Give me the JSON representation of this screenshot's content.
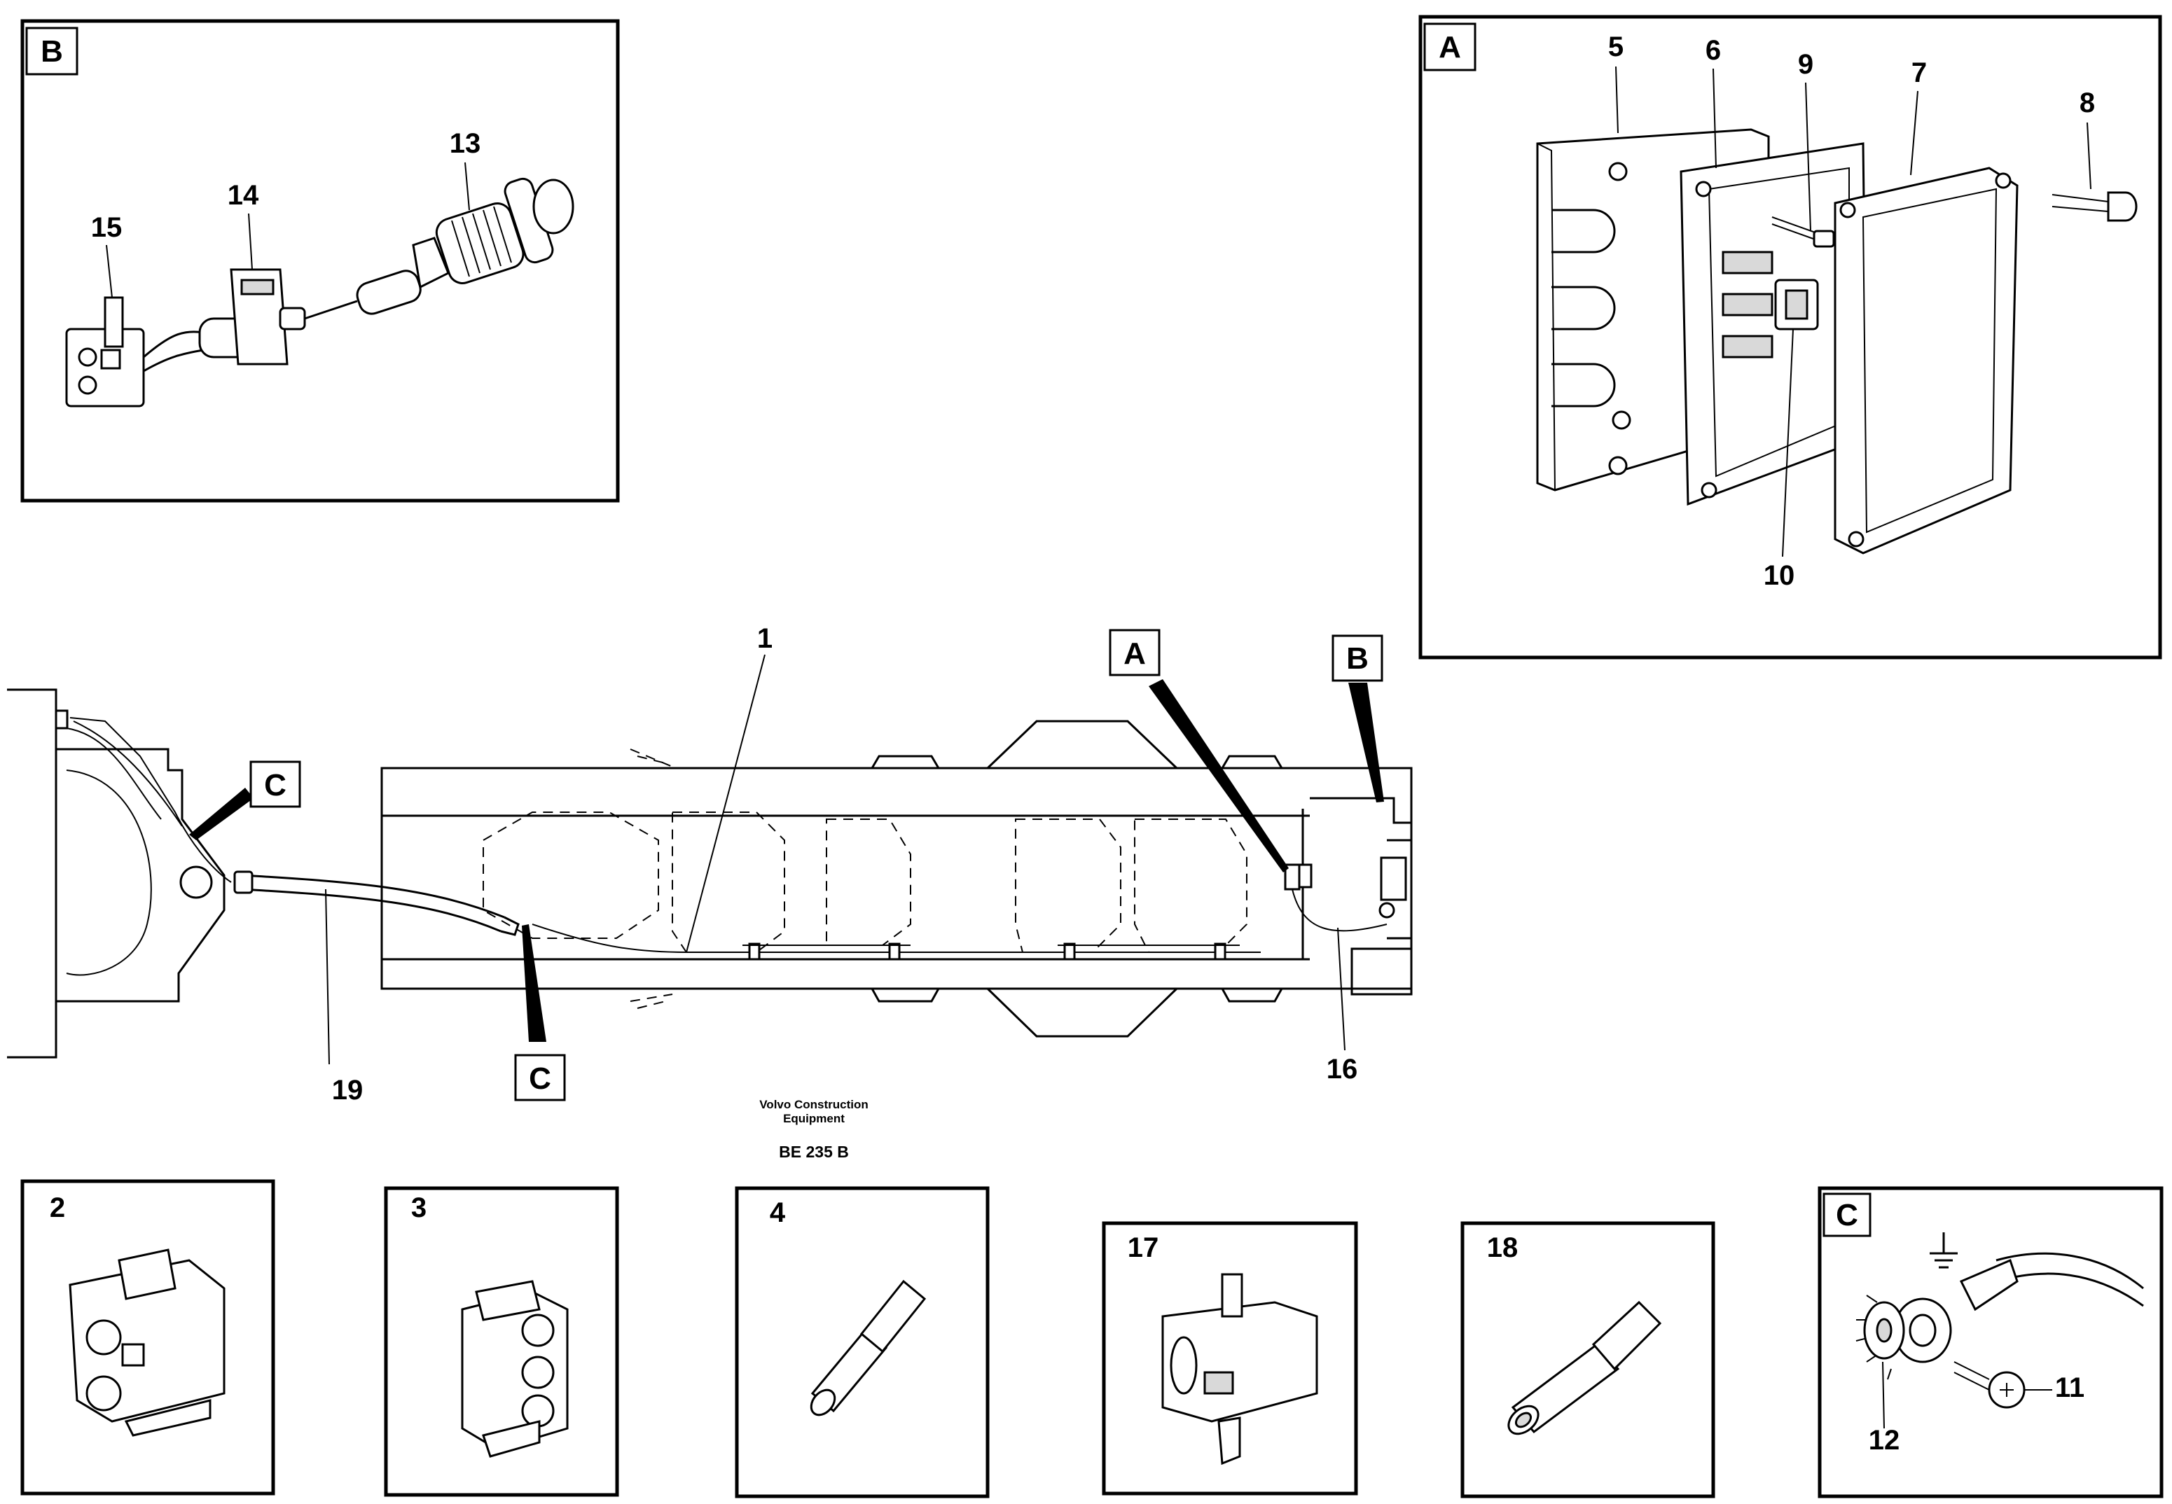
{
  "labels": {
    "part_1": "1",
    "part_2": "2",
    "part_3": "3",
    "part_4": "4",
    "part_5": "5",
    "part_6": "6",
    "part_7": "7",
    "part_8": "8",
    "part_9": "9",
    "part_10": "10",
    "part_11": "11",
    "part_12": "12",
    "part_13": "13",
    "part_14": "14",
    "part_15": "15",
    "part_16": "16",
    "part_17": "17",
    "part_18": "18",
    "part_19": "19"
  },
  "detail_tags": {
    "a": "A",
    "b": "B",
    "c": "C"
  },
  "footer": {
    "manufacturer_line1": "Volvo Construction",
    "manufacturer_line2": "Equipment",
    "drawing_code": "BE 235 B"
  }
}
